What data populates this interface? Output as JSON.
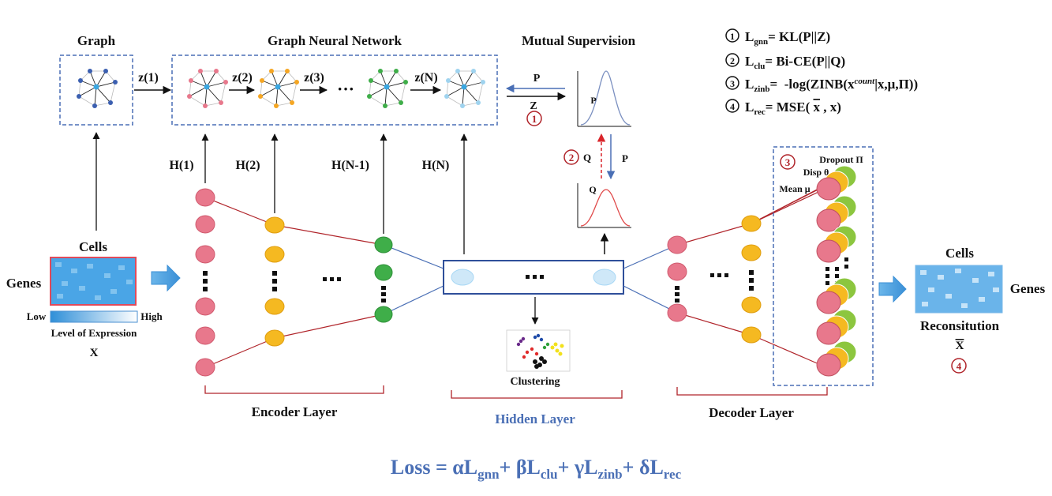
{
  "titles": {
    "graph": "Graph",
    "gnn": "Graph Neural Network",
    "mutual": "Mutual Supervision"
  },
  "gnn_steps": [
    "z(1)",
    "z(2)",
    "z(3)",
    "···",
    "z(N)"
  ],
  "hidden_labels": [
    "H(1)",
    "H(2)",
    "H(N-1)",
    "H(N)"
  ],
  "mutual": {
    "p_arrow": "P",
    "z_arrow": "Z",
    "circle_1": "1",
    "circle_2": "2",
    "q_label": "Q",
    "p_label": "P",
    "p_curve": "P",
    "q_curve": "Q"
  },
  "losses": [
    {
      "num": "1",
      "name": "L",
      "sub": "gnn",
      "eq": "= KL(P||Z)"
    },
    {
      "num": "2",
      "name": "L",
      "sub": "clu",
      "eq": "= Bi-CE(P||Q)"
    },
    {
      "num": "3",
      "name": "L",
      "sub": "zinb",
      "eq_pre": "=  -log(ZINB(x",
      "sup": "count",
      "eq_post": "|x,μ,Π))"
    },
    {
      "num": "4",
      "name": "L",
      "sub": "rec",
      "eq_pre": "= MSE( ",
      "xbar": "x",
      "eq_post": " , x)"
    }
  ],
  "input": {
    "cells": "Cells",
    "genes": "Genes",
    "low": "Low",
    "high": "High",
    "level": "Level of Expression",
    "x": "X"
  },
  "layers": {
    "encoder": "Encoder Layer",
    "hidden": "Hidden Layer",
    "decoder": "Decoder Layer",
    "clustering": "Clustering"
  },
  "zinb": {
    "circle_3": "3",
    "dropout": "Dropout Π",
    "disp": "Disp θ",
    "mean": "Mean μ"
  },
  "output": {
    "cells": "Cells",
    "genes": "Genes",
    "reconstitution": "Reconsitution",
    "xbar": "X",
    "circle_4": "4"
  },
  "total_loss": {
    "prefix": "Loss = αL",
    "s1": "gnn",
    "p2": "+ βL",
    "s2": "clu",
    "p3": "+ γL",
    "s3": "zinb",
    "p4": "+ δL",
    "s4": "rec"
  },
  "colors": {
    "pink": "#e8788c",
    "orange": "#f5b921",
    "green": "#3fae49",
    "lightblue": "#a9d8f5",
    "accent_blue": "#4a6fb5",
    "red": "#b0242a",
    "lime": "#8cc63f"
  }
}
